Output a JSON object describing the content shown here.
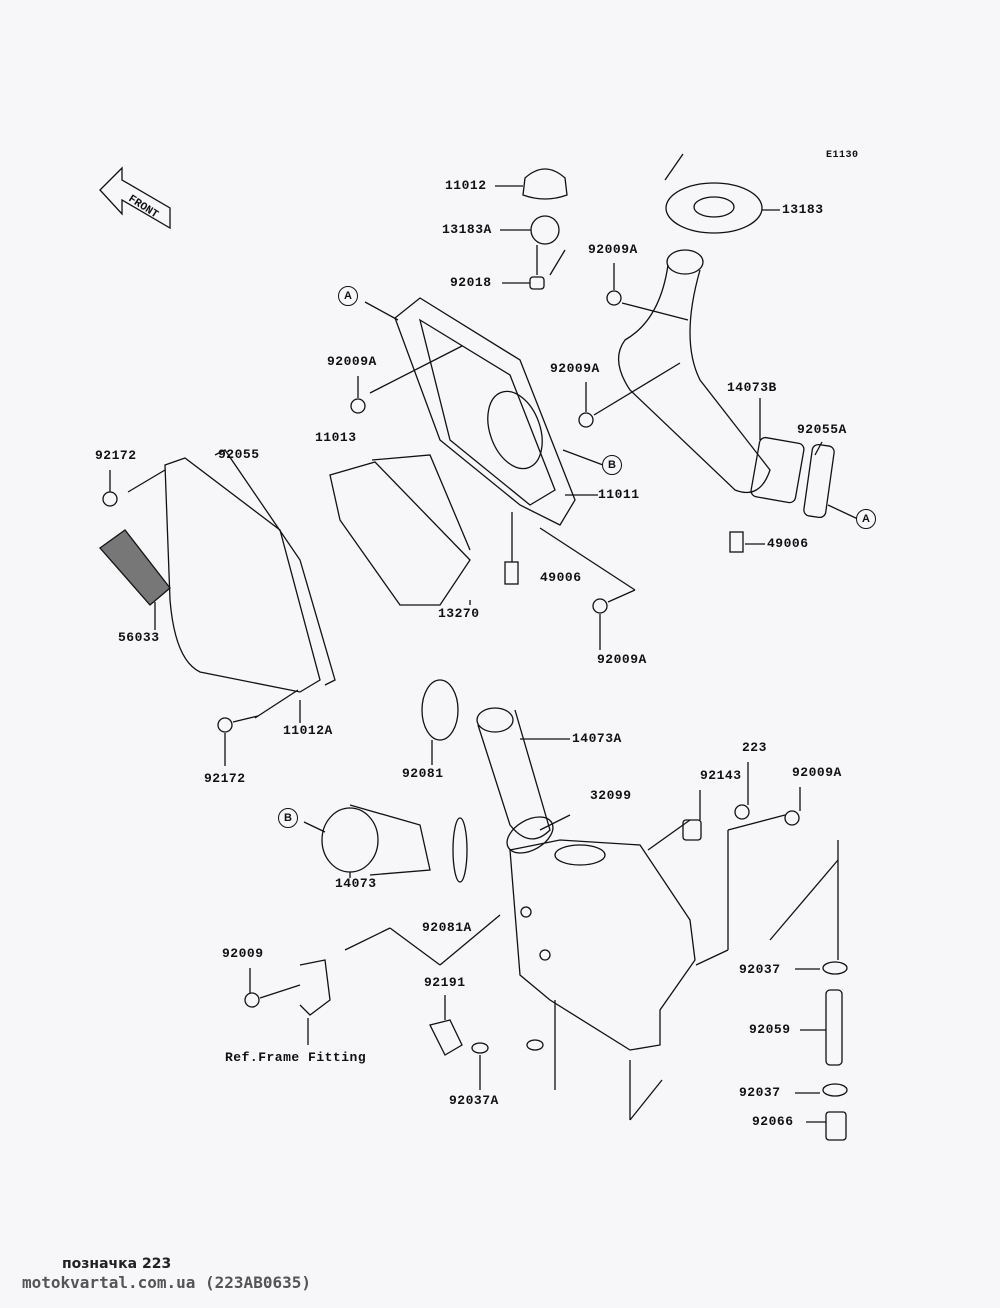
{
  "diagram_code": "E1130",
  "front_marker": "FRONT",
  "labels": {
    "p11012": "11012",
    "p13183A": "13183A",
    "p92018": "92018",
    "p13183": "13183",
    "p92009A_1": "92009A",
    "p92009A_2": "92009A",
    "p92009A_3": "92009A",
    "p92009A_4": "92009A",
    "p92009A_5": "92009A",
    "p14073B": "14073B",
    "p11013": "11013",
    "p92055": "92055",
    "p92172_1": "92172",
    "p92172_2": "92172",
    "p92055A": "92055A",
    "p11011": "11011",
    "p49006_1": "49006",
    "p49006_2": "49006",
    "p13270": "13270",
    "p56033": "56033",
    "p11012A": "11012A",
    "p14073A": "14073A",
    "p223": "223",
    "p92081": "92081",
    "p92143": "92143",
    "p32099": "32099",
    "p14073": "14073",
    "p92081A": "92081A",
    "p92009": "92009",
    "p92191": "92191",
    "p92037_1": "92037",
    "p92037_2": "92037",
    "p92059": "92059",
    "p92037A": "92037A",
    "p92066": "92066",
    "ref_frame": "Ref.Frame Fitting"
  },
  "refs": {
    "a": "A",
    "b": "B"
  },
  "footer": {
    "line1": "позначка 223",
    "line2": "motokvartal.com.ua (223AB0635)"
  }
}
